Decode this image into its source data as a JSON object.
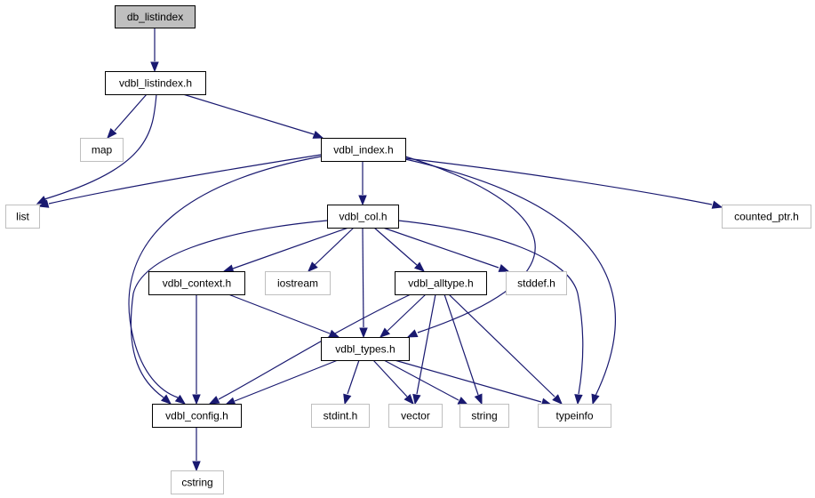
{
  "diagram": {
    "type": "include-dependency-graph",
    "nodes": [
      {
        "id": "db_listindex",
        "label": "db_listindex",
        "kind": "root"
      },
      {
        "id": "vdbl_listindex_h",
        "label": "vdbl_listindex.h",
        "kind": "documented"
      },
      {
        "id": "map",
        "label": "map",
        "kind": "external"
      },
      {
        "id": "vdbl_index_h",
        "label": "vdbl_index.h",
        "kind": "documented"
      },
      {
        "id": "list",
        "label": "list",
        "kind": "external"
      },
      {
        "id": "vdbl_col_h",
        "label": "vdbl_col.h",
        "kind": "documented"
      },
      {
        "id": "counted_ptr_h",
        "label": "counted_ptr.h",
        "kind": "external"
      },
      {
        "id": "vdbl_context_h",
        "label": "vdbl_context.h",
        "kind": "documented"
      },
      {
        "id": "iostream",
        "label": "iostream",
        "kind": "external"
      },
      {
        "id": "vdbl_alltype_h",
        "label": "vdbl_alltype.h",
        "kind": "documented"
      },
      {
        "id": "stddef_h",
        "label": "stddef.h",
        "kind": "external"
      },
      {
        "id": "vdbl_types_h",
        "label": "vdbl_types.h",
        "kind": "documented"
      },
      {
        "id": "vdbl_config_h",
        "label": "vdbl_config.h",
        "kind": "documented"
      },
      {
        "id": "stdint_h",
        "label": "stdint.h",
        "kind": "external"
      },
      {
        "id": "vector",
        "label": "vector",
        "kind": "external"
      },
      {
        "id": "string",
        "label": "string",
        "kind": "external"
      },
      {
        "id": "typeinfo",
        "label": "typeinfo",
        "kind": "external"
      },
      {
        "id": "cstring",
        "label": "cstring",
        "kind": "external"
      }
    ],
    "edges": [
      {
        "from": "db_listindex",
        "to": "vdbl_listindex_h"
      },
      {
        "from": "vdbl_listindex_h",
        "to": "map"
      },
      {
        "from": "vdbl_listindex_h",
        "to": "list"
      },
      {
        "from": "vdbl_listindex_h",
        "to": "vdbl_index_h"
      },
      {
        "from": "vdbl_index_h",
        "to": "list"
      },
      {
        "from": "vdbl_index_h",
        "to": "vdbl_col_h"
      },
      {
        "from": "vdbl_index_h",
        "to": "counted_ptr_h"
      },
      {
        "from": "vdbl_index_h",
        "to": "vdbl_config_h"
      },
      {
        "from": "vdbl_index_h",
        "to": "vdbl_types_h"
      },
      {
        "from": "vdbl_index_h",
        "to": "typeinfo"
      },
      {
        "from": "vdbl_col_h",
        "to": "vdbl_context_h"
      },
      {
        "from": "vdbl_col_h",
        "to": "iostream"
      },
      {
        "from": "vdbl_col_h",
        "to": "vdbl_alltype_h"
      },
      {
        "from": "vdbl_col_h",
        "to": "stddef_h"
      },
      {
        "from": "vdbl_col_h",
        "to": "vdbl_types_h"
      },
      {
        "from": "vdbl_col_h",
        "to": "vdbl_config_h"
      },
      {
        "from": "vdbl_col_h",
        "to": "typeinfo"
      },
      {
        "from": "vdbl_context_h",
        "to": "vdbl_config_h"
      },
      {
        "from": "vdbl_context_h",
        "to": "vdbl_types_h"
      },
      {
        "from": "vdbl_alltype_h",
        "to": "vdbl_types_h"
      },
      {
        "from": "vdbl_alltype_h",
        "to": "vdbl_config_h"
      },
      {
        "from": "vdbl_alltype_h",
        "to": "vector"
      },
      {
        "from": "vdbl_alltype_h",
        "to": "string"
      },
      {
        "from": "vdbl_alltype_h",
        "to": "typeinfo"
      },
      {
        "from": "vdbl_types_h",
        "to": "vdbl_config_h"
      },
      {
        "from": "vdbl_types_h",
        "to": "stdint_h"
      },
      {
        "from": "vdbl_types_h",
        "to": "vector"
      },
      {
        "from": "vdbl_types_h",
        "to": "string"
      },
      {
        "from": "vdbl_types_h",
        "to": "typeinfo"
      },
      {
        "from": "vdbl_config_h",
        "to": "cstring"
      }
    ],
    "colors": {
      "edge": "#191970",
      "root_fill": "#bfbfbf",
      "root_border": "#000000",
      "documented_border": "#000000",
      "external_border": "#bfbfbf",
      "node_fill": "#ffffff"
    }
  }
}
